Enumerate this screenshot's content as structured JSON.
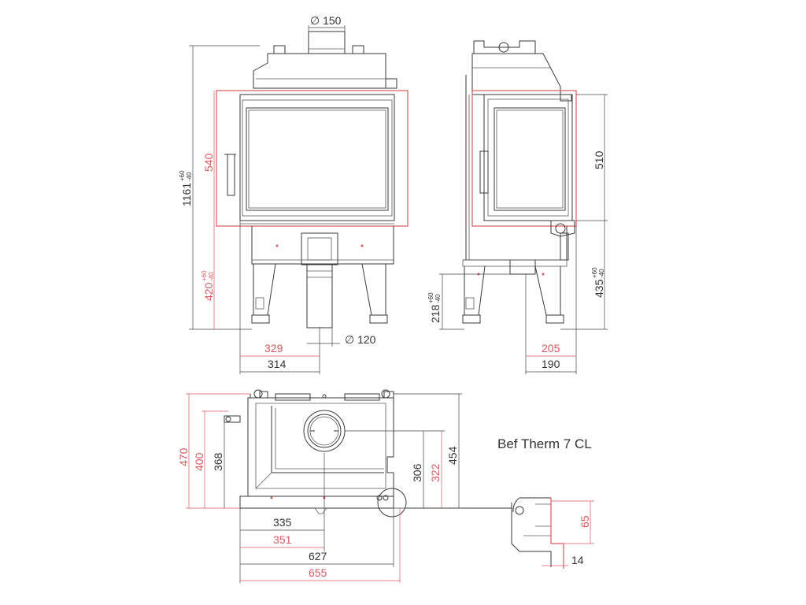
{
  "title": "Bef Therm 7 CL",
  "front": {
    "flue_diameter": "∅ 150",
    "air_diameter": "∅ 120",
    "height_total": "1161",
    "height_total_tol_plus": "+60",
    "height_total_tol_minus": "-40",
    "door_height": "540",
    "base_height": "420",
    "base_height_tol_plus": "+60",
    "base_height_tol_minus": "-40",
    "width_red": "329",
    "width_black": "314"
  },
  "side": {
    "door_height": "510",
    "base_height": "435",
    "base_height_tol_plus": "+60",
    "base_height_tol_minus": "-40",
    "inlet_height": "218",
    "inlet_height_tol_plus": "+60",
    "inlet_height_tol_minus": "-40",
    "width_red": "205",
    "width_black": "190"
  },
  "top": {
    "depth_red_outer": "470",
    "depth_red_inner": "400",
    "depth_black": "368",
    "depth_right_black": "454",
    "flue_offset_black": "306",
    "flue_offset_red": "322",
    "width_335": "335",
    "width_351": "351",
    "width_627": "627",
    "width_655": "655"
  },
  "detail": {
    "height": "65",
    "width": "14"
  },
  "colors": {
    "red_dimension": "#d9595f",
    "line": "#3a3a3a"
  }
}
